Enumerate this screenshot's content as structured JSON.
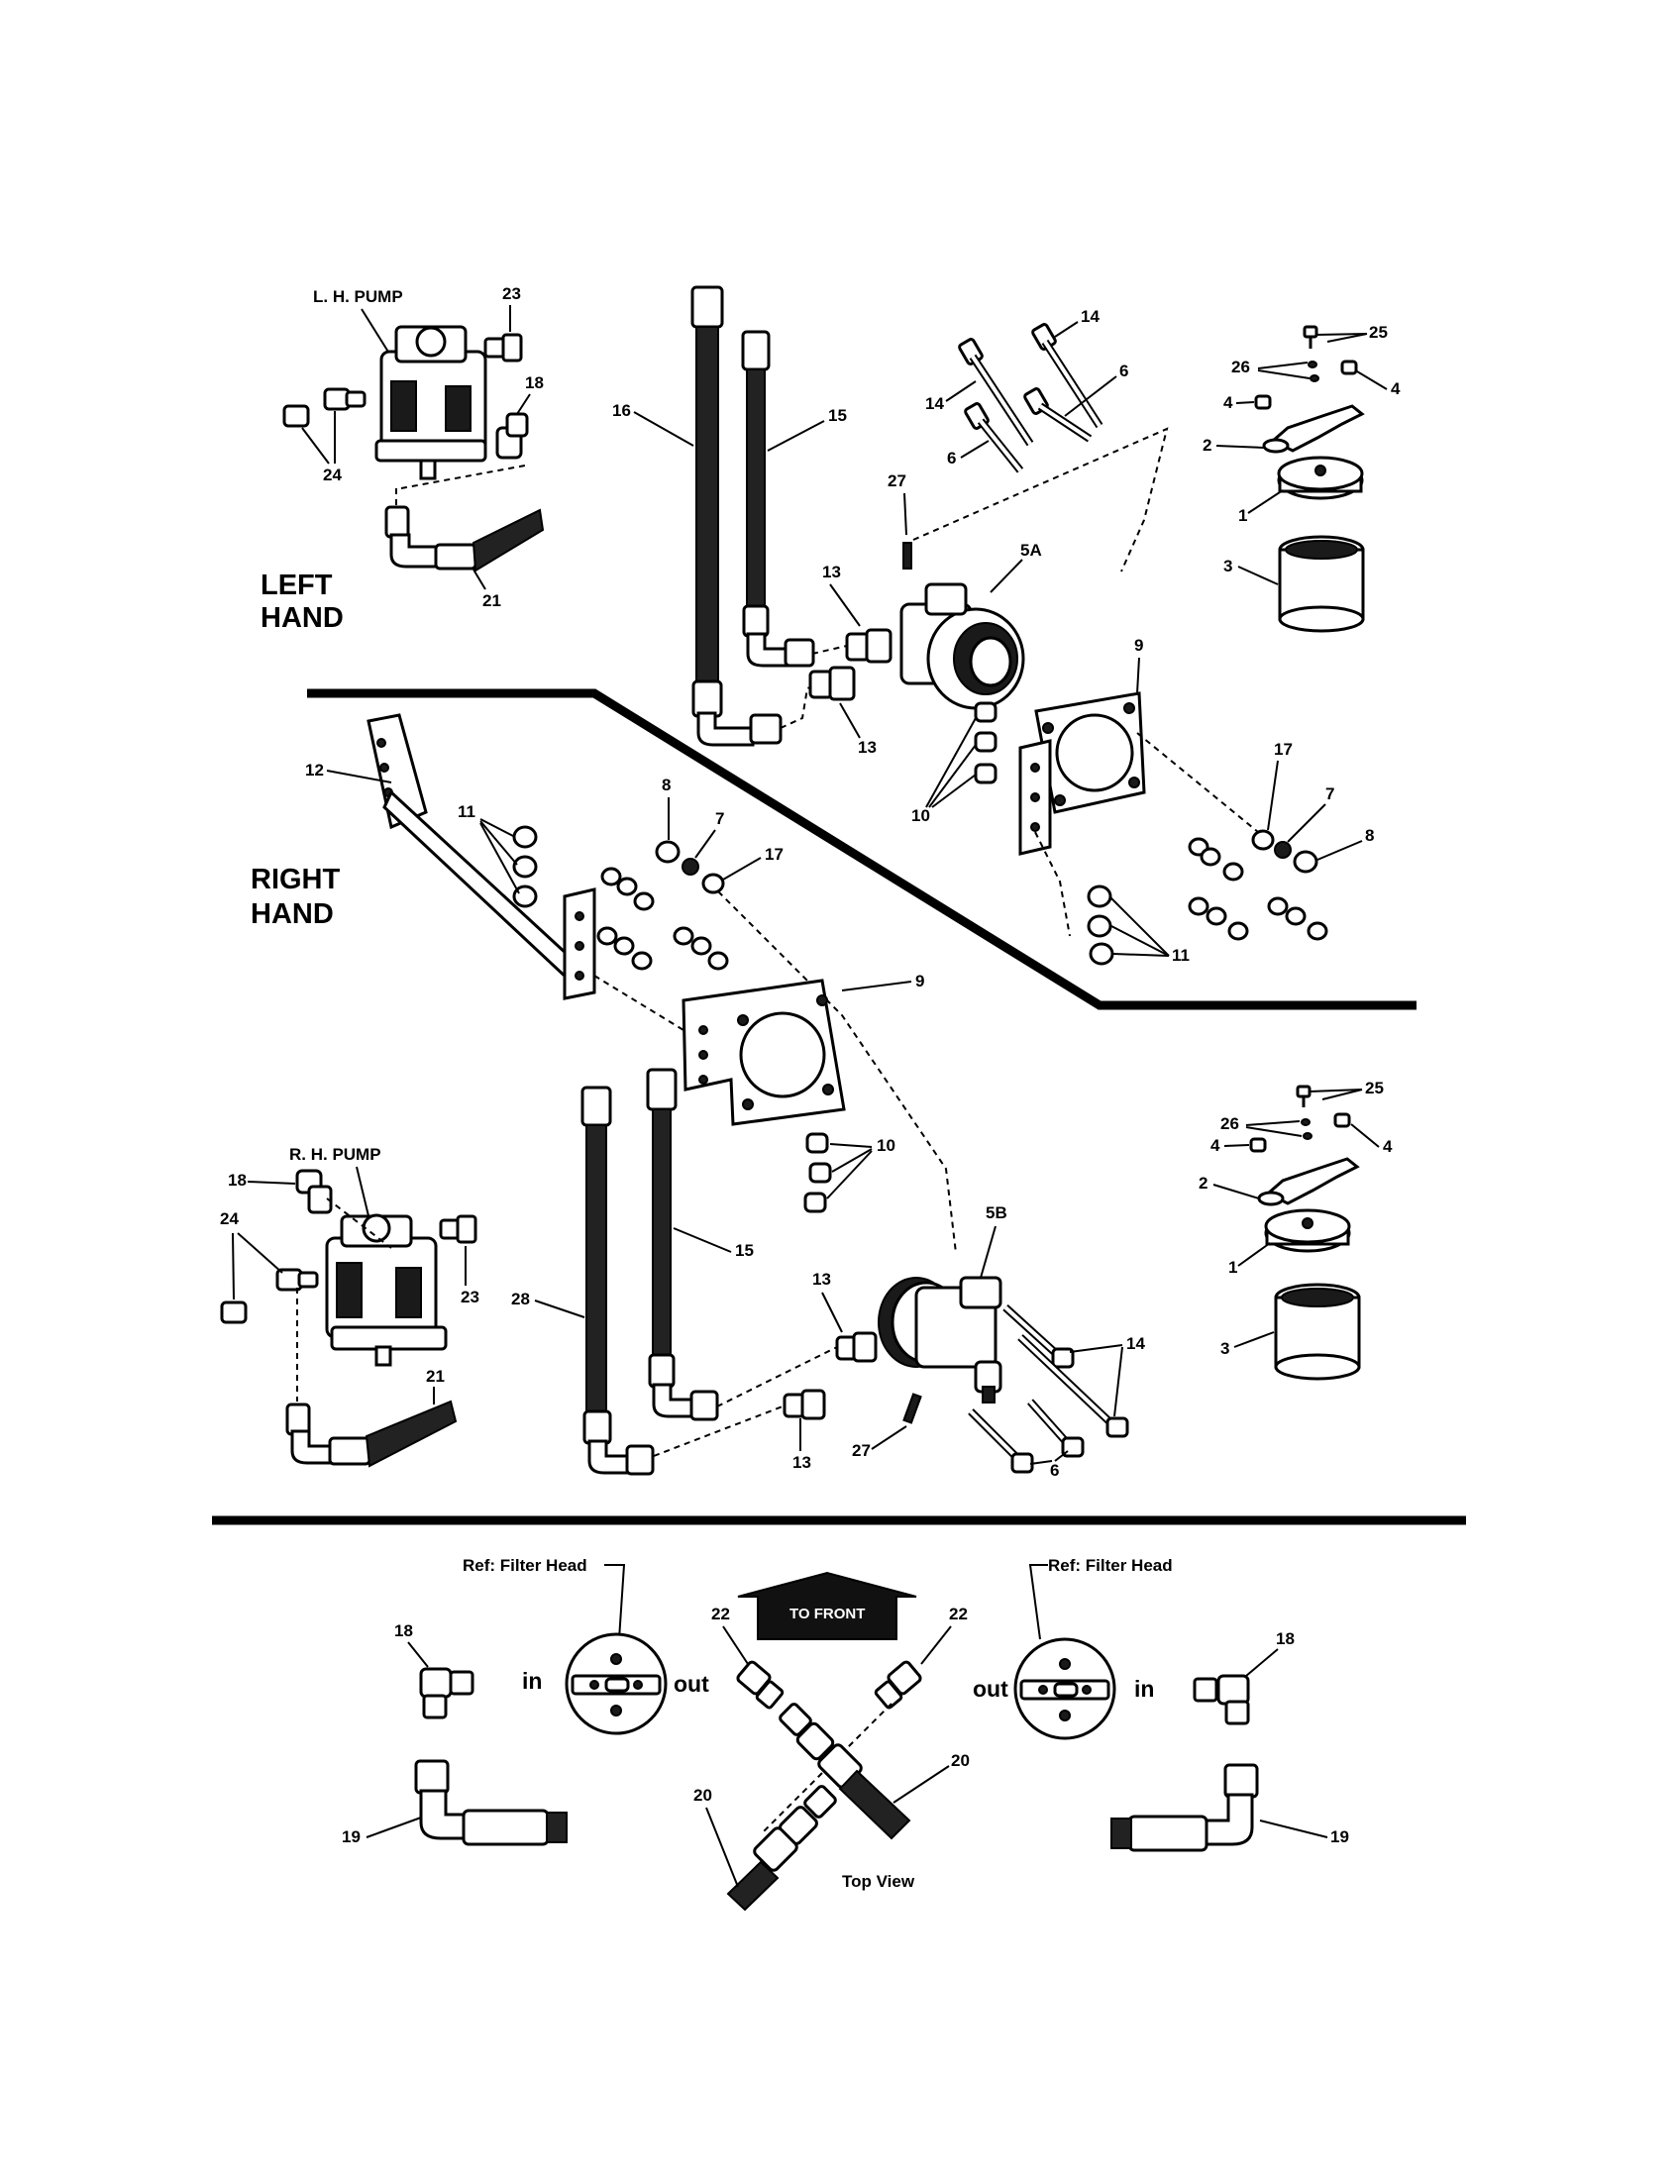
{
  "labels": {
    "left_hand": "LEFT",
    "left_hand_2": "HAND",
    "right_hand": "RIGHT",
    "right_hand_2": "HAND",
    "lh_pump": "L. H. PUMP",
    "rh_pump": "R. H. PUMP",
    "ref_filter_head_left": "Ref: Filter Head",
    "ref_filter_head_right": "Ref: Filter Head",
    "to_front": "TO FRONT",
    "top_view": "Top View",
    "in_left": "in",
    "out_left": "out",
    "out_right": "out",
    "in_right": "in"
  },
  "callouts": {
    "lh_23": "23",
    "lh_18": "18",
    "lh_24": "24",
    "lh_21": "21",
    "lh_16": "16",
    "lh_15": "15",
    "lh_27": "27",
    "lh_13a": "13",
    "lh_13b": "13",
    "lh_14a": "14",
    "lh_14b": "14",
    "lh_6a": "6",
    "lh_6b": "6",
    "lh_5a": "5A",
    "lh_9": "9",
    "lh_10": "10",
    "lh_17": "17",
    "lh_7": "7",
    "lh_8": "8",
    "lh_11": "11",
    "lf_25": "25",
    "lf_26": "26",
    "lf_4a": "4",
    "lf_4b": "4",
    "lf_2": "2",
    "lf_1": "1",
    "lf_3": "3",
    "rh_12": "12",
    "rh_11": "11",
    "rh_8": "8",
    "rh_7": "7",
    "rh_17": "17",
    "rh_9": "9",
    "rh_10": "10",
    "rh_18": "18",
    "rh_24": "24",
    "rh_23": "23",
    "rh_21": "21",
    "rh_28": "28",
    "rh_15": "15",
    "rh_13a": "13",
    "rh_13b": "13",
    "rh_5b": "5B",
    "rh_14": "14",
    "rh_27": "27",
    "rh_6": "6",
    "rf_25": "25",
    "rf_26": "26",
    "rf_4a": "4",
    "rf_4b": "4",
    "rf_2": "2",
    "rf_1": "1",
    "rf_3": "3",
    "tv_18a": "18",
    "tv_19a": "19",
    "tv_22a": "22",
    "tv_22b": "22",
    "tv_20a": "20",
    "tv_20b": "20",
    "tv_18b": "18",
    "tv_19b": "19"
  }
}
